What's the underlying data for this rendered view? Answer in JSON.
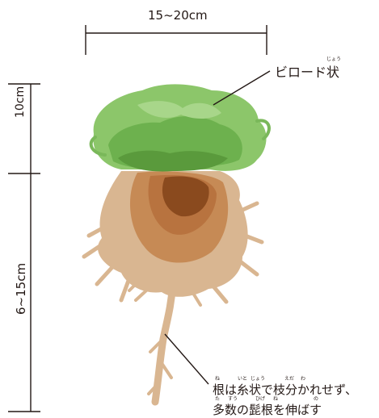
{
  "dimensions": {
    "width_label": "15~20cm",
    "upper_height_label": "10cm",
    "lower_height_label": "6~15cm"
  },
  "annotations": {
    "leaf_texture": {
      "text": "ビロード状",
      "ruby": "じょう"
    },
    "root_note": {
      "line1": "根は糸状で枝分かれせず、",
      "line2": "多数の髭根を伸ばす",
      "ruby_line1": [
        "ね",
        "いと",
        "じょう",
        "えだ",
        "わ"
      ],
      "ruby_line2": [
        "た",
        "すう",
        "ひげ",
        "ね",
        "の"
      ]
    }
  },
  "colors": {
    "line": "#231815",
    "leaf_light": "#8cc66a",
    "leaf_mid": "#6db14e",
    "leaf_dark": "#5a9a3c",
    "root_dark": "#8a4a1e",
    "root_mid": "#b8733f",
    "root_light": "#d9b691"
  }
}
